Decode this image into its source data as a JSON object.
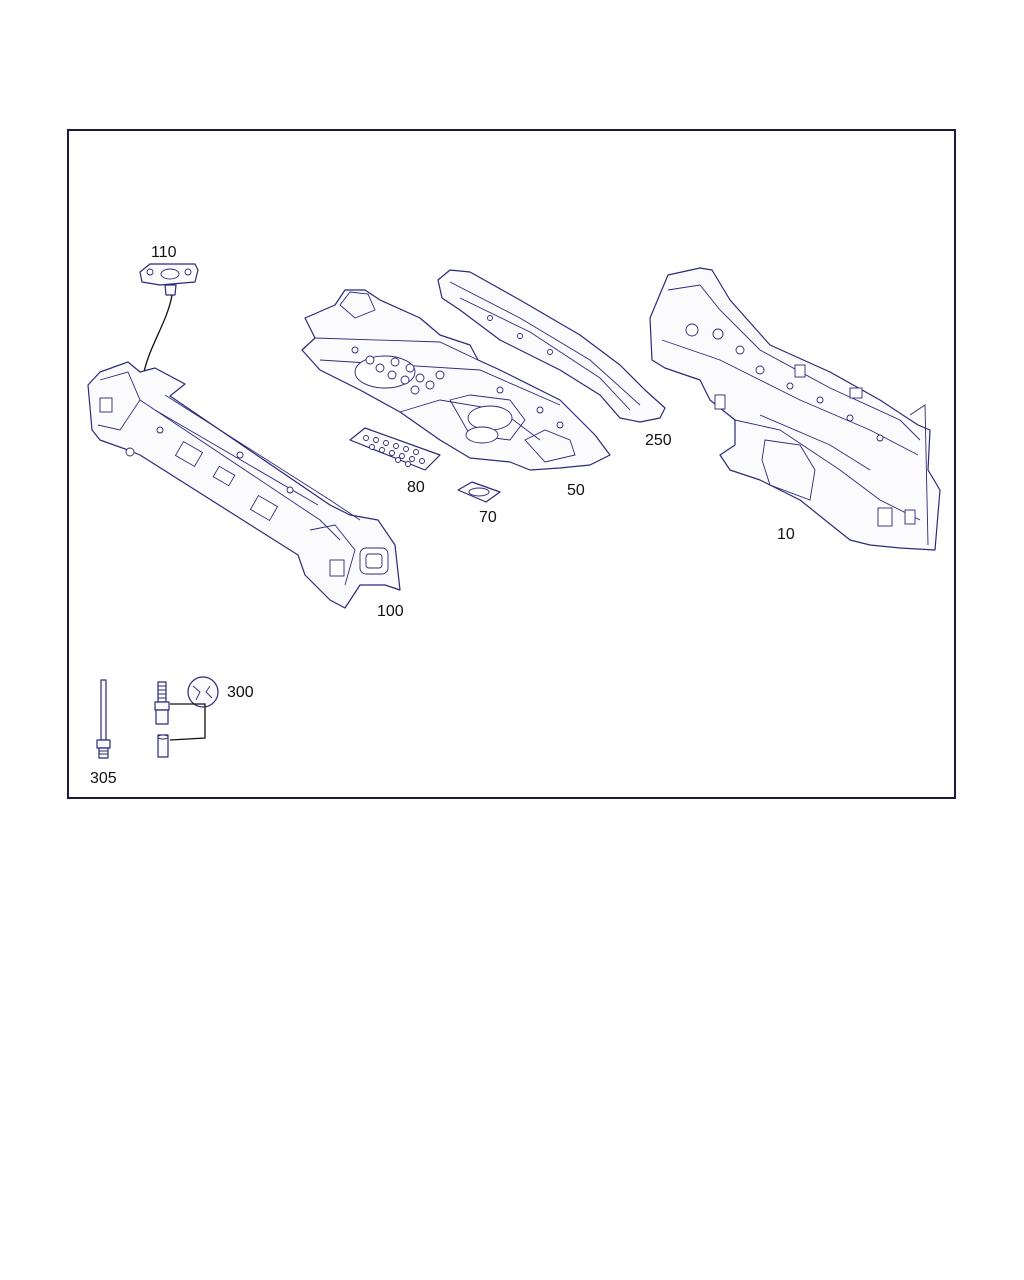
{
  "colors": {
    "line": "#2a2a7a",
    "frame": "#1a1a3a",
    "text": "#111111"
  },
  "callouts": {
    "p110": "110",
    "p250": "250",
    "p80": "80",
    "p50": "50",
    "p70": "70",
    "p10": "10",
    "p100": "100",
    "p300": "300",
    "p305": "305"
  }
}
